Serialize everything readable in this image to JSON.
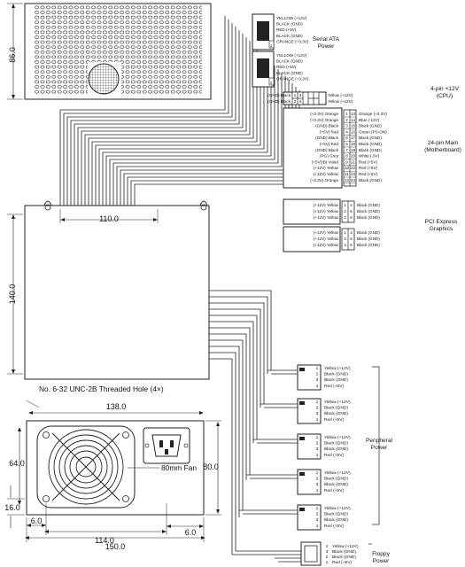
{
  "dimensions": {
    "top_height": "86.0",
    "mount_width": "110.0",
    "side_height": "140.0",
    "hole_note": "No. 6-32 UNC-2B Threaded Hole (4×)",
    "bottom_inner_width": "138.0",
    "fan_mount_height": "64.0",
    "fan_label": "80mm Fan",
    "bottom_height": "80.0",
    "fan_offset_y": "16.0",
    "fan_offset_x": "6.0",
    "right_offset": "6.0",
    "screw_span": "114.0",
    "total_width": "150.0"
  },
  "groups": {
    "sata": "Serial ATA\nPower",
    "cpu": "4-pin +12V\n(CPU)",
    "main": "24-pin Main\n(Motherboard)",
    "pcie": "PCI Express\nGraphics",
    "peripheral": "Peripheral\nPower",
    "floppy": "Floppy\nPower"
  },
  "sata_pins": [
    "YELLOW (+12V)",
    "BLACK (GND)",
    "RED (+5V)",
    "BLACK (GND)",
    "ORANGE (+3.3V)"
  ],
  "cpu_left": [
    "(GND) Black",
    "(GND) Black"
  ],
  "cpu_right": [
    "Yellow (+12V)",
    "Yellow (+12V)"
  ],
  "cpu_nums": [
    [
      "1",
      "3"
    ],
    [
      "2",
      "4"
    ]
  ],
  "main_left": [
    "(+3.3V) Orange",
    "(+3.3V) Orange",
    "(GND) Black",
    "(+5V) Red",
    "(GND) Black",
    "(+5V) Red",
    "(GND) Black",
    "(PG) Grey",
    "(+5VSB) Violet",
    "(+12V) Yellow",
    "(+12V) Yellow",
    "(+3.3V) Orange"
  ],
  "main_right": [
    "Orange (+3.3V)",
    "Blue (-12V)",
    "Black (GND)",
    "Green (PS-ON)",
    "Black (GND)",
    "Black (GND)",
    "Black (GND)",
    "White (-5V)",
    "Red (+5V)",
    "Red (+5V)",
    "Red (+5V)",
    "Black (GND)"
  ],
  "pcie_left": [
    "(+12V) Yellow",
    "(+12V) Yellow",
    "(+12V) Yellow"
  ],
  "pcie_right": [
    "Black (GND)",
    "Black (GND)",
    "Black (GND)"
  ],
  "periph_pins": [
    "Yellow (+12V)",
    "Black (GND)",
    "Black (GND)",
    "Red (+5V)"
  ],
  "floppy_pins": [
    "Yellow (+12V)",
    "Black (GND)",
    "Black (GND)",
    "Red (+5V)"
  ]
}
